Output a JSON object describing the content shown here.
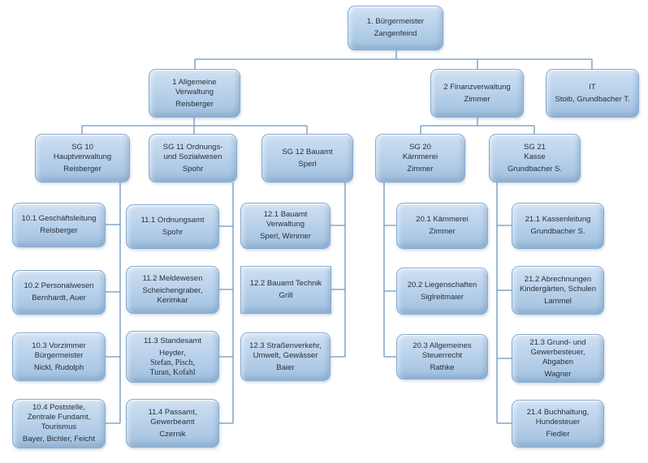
{
  "colors": {
    "background": "#ffffff",
    "box_fill_light": "#cfe0f2",
    "box_fill": "#b3cde8",
    "box_fill_dark": "#9fc0de",
    "box_border": "#86abd0",
    "connector": "#6b96c1",
    "text": "#26313c"
  },
  "nodes": {
    "bgm": {
      "title": "1. Bürgermeister",
      "names": "Zangenfeind"
    },
    "allg": {
      "title": "1 Allgemeine\nVerwaltung",
      "names": "Reisberger"
    },
    "fin": {
      "title": "2 Finanzverwaltung",
      "names": "Zimmer"
    },
    "it": {
      "title": "IT",
      "names": "Stoib, Grundbacher T."
    },
    "sg10": {
      "title": "SG 10\nHauptverwaltung",
      "names": "Reisberger"
    },
    "sg11": {
      "title": "SG 11 Ordnungs-\nund Sozialwesen",
      "names": "Spohr"
    },
    "sg12": {
      "title": "SG 12 Bauamt",
      "names": "Sperl"
    },
    "sg20": {
      "title": "SG 20\nKämmerei",
      "names": "Zimmer"
    },
    "sg21": {
      "title": "SG 21\nKasse",
      "names": "Grundbacher S."
    },
    "n101": {
      "title": "10.1 Geschäftsleitung",
      "names": "Reisberger"
    },
    "n102": {
      "title": "10.2 Personalwesen",
      "names": "Bernhardt, Auer"
    },
    "n103": {
      "title": "10.3 Vorzimmer\nBürgermeister",
      "names": "Nickl, Rudolph"
    },
    "n104": {
      "title": "10.4 Poststelle,\nZentrale Fundamt,\nTourismus",
      "names": "Bayer, Bichler, Feicht"
    },
    "n111": {
      "title": "11.1 Ordnungsamt",
      "names": "Spohr"
    },
    "n112": {
      "title": "11.2 Meldewesen",
      "names": "Scheichengraber,\nKerimkar"
    },
    "n113": {
      "title": "11.3 Standesamt",
      "names": "Heyder,",
      "names_serif": "Stefan, Pisch,\nTuran, Kofahl"
    },
    "n114": {
      "title": "11.4 Passamt,\nGewerbeamt",
      "names": "Czernik"
    },
    "n121": {
      "title": "12.1 Bauamt\nVerwaltung",
      "names": "Sperl, Wimmer"
    },
    "n122": {
      "title": "12.2 Bauamt Technik",
      "names": "Grill"
    },
    "n123": {
      "title": "12.3 Straßenverkehr,\nUmwelt, Gewässer",
      "names": "Baier"
    },
    "n201": {
      "title": "20.1 Kämmerei",
      "names": "Zimmer"
    },
    "n202": {
      "title": "20.2 Liegenschaften",
      "names": "Siglreitmaier"
    },
    "n203": {
      "title": "20.3 Allgemeines\nSteuerrecht",
      "names": "Rathke"
    },
    "n211": {
      "title": "21.1 Kassenleitung",
      "names": "Grundbacher S."
    },
    "n212": {
      "title": "21.2 Abrechnungen\nKindergärten, Schulen",
      "names": "Lammel"
    },
    "n213": {
      "title": "21.3 Grund- und\nGewerbesteuer,\nAbgaben",
      "names": "Wagner"
    },
    "n214": {
      "title": "21.4 Buchhaltung,\nHundesteuer",
      "names": "Fiedler"
    }
  },
  "edges": [
    {
      "from": "1. Bürgermeister",
      "to": [
        "1 Allgemeine Verwaltung",
        "2 Finanzverwaltung",
        "IT"
      ]
    },
    {
      "from": "1 Allgemeine Verwaltung",
      "to": [
        "SG 10 Hauptverwaltung",
        "SG 11 Ordnungs- und Sozialwesen",
        "SG 12 Bauamt"
      ]
    },
    {
      "from": "2 Finanzverwaltung",
      "to": [
        "SG 20 Kämmerei",
        "SG 21 Kasse"
      ]
    },
    {
      "from": "SG 10 Hauptverwaltung",
      "to": [
        "10.1 Geschäftsleitung",
        "10.2 Personalwesen",
        "10.3 Vorzimmer Bürgermeister",
        "10.4 Poststelle, Zentrale Fundamt, Tourismus"
      ]
    },
    {
      "from": "SG 11 Ordnungs- und Sozialwesen",
      "to": [
        "11.1 Ordnungsamt",
        "11.2 Meldewesen",
        "11.3 Standesamt",
        "11.4 Passamt, Gewerbeamt"
      ]
    },
    {
      "from": "SG 12 Bauamt",
      "to": [
        "12.1 Bauamt Verwaltung",
        "12.2 Bauamt Technik",
        "12.3 Straßenverkehr, Umwelt, Gewässer"
      ]
    },
    {
      "from": "SG 20 Kämmerei",
      "to": [
        "20.1 Kämmerei",
        "20.2 Liegenschaften",
        "20.3 Allgemeines Steuerrecht"
      ]
    },
    {
      "from": "SG 21 Kasse",
      "to": [
        "21.1 Kassenleitung",
        "21.2 Abrechnungen Kindergärten, Schulen",
        "21.3 Grund- und Gewerbesteuer, Abgaben",
        "21.4 Buchhaltung, Hundesteuer"
      ]
    }
  ]
}
